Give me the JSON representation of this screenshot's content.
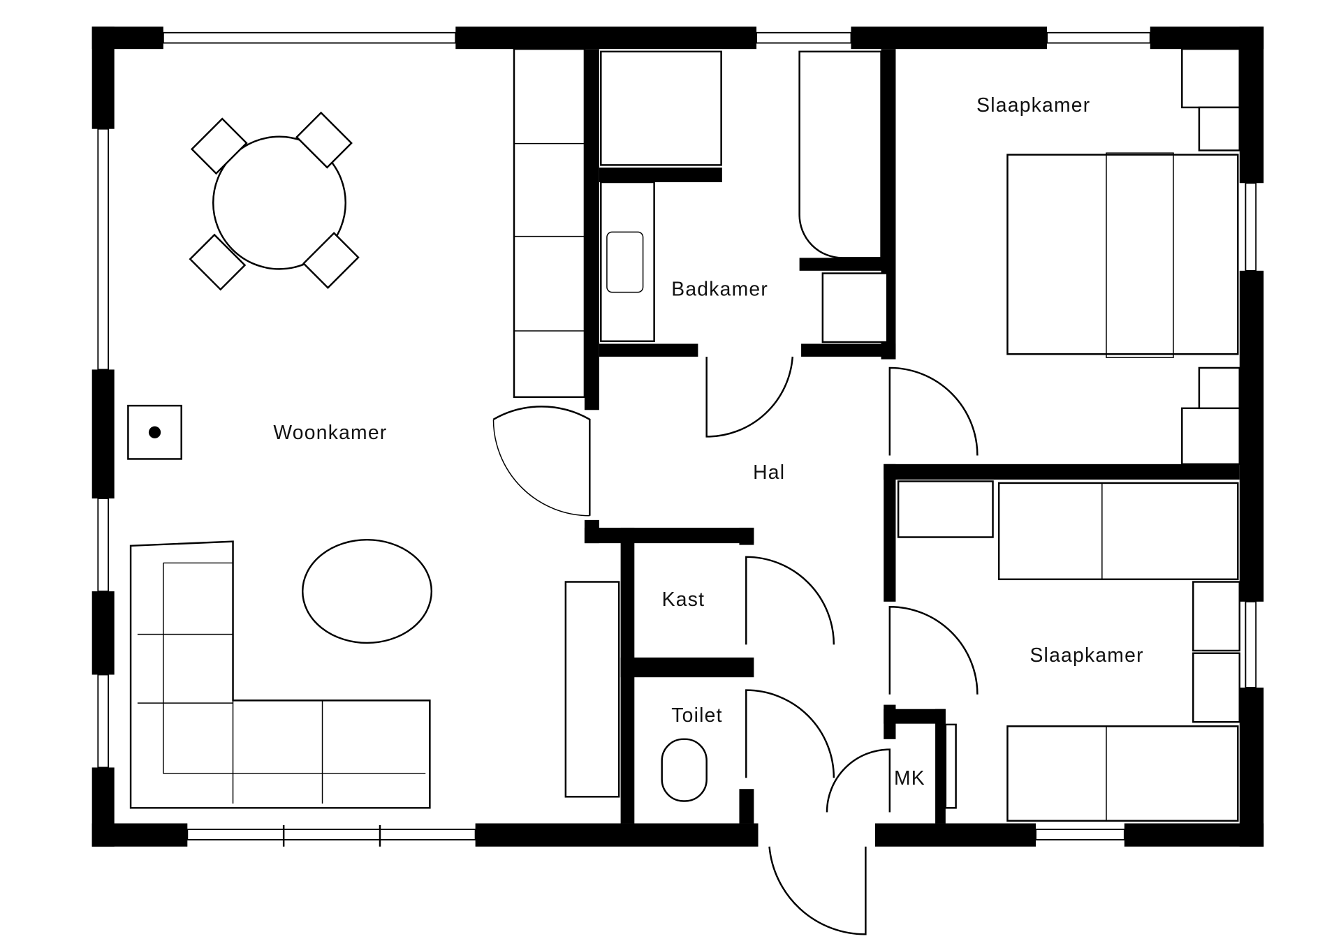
{
  "floorplan": {
    "rooms": {
      "living": "Woonkamer",
      "bathroom": "Badkamer",
      "bedroom1": "Slaapkamer",
      "bedroom2": "Slaapkamer",
      "hall": "Hal",
      "closet": "Kast",
      "toilet": "Toilet",
      "meter_cupboard": "MK"
    },
    "colors": {
      "wall": "#000000",
      "background": "#ffffff"
    }
  }
}
